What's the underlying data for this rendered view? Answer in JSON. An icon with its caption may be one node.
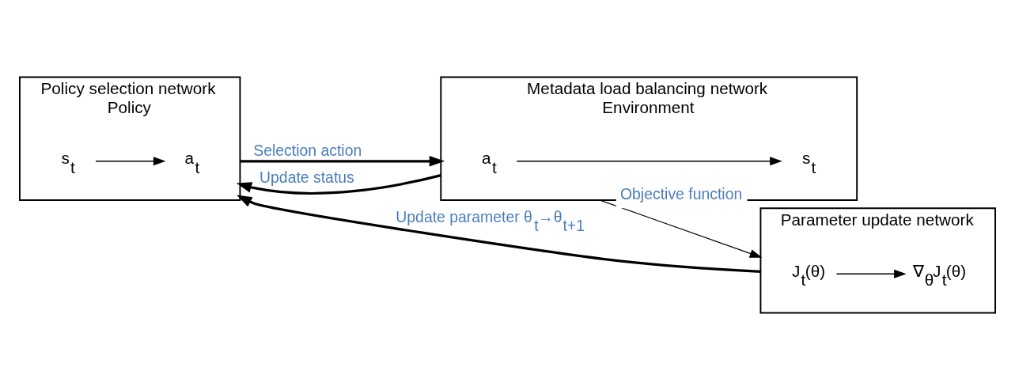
{
  "diagram": {
    "nodes": [
      {
        "text": [
          "Policy selection network",
          "Policy"
        ]
      },
      {
        "text": [
          "a$_{t}$"
        ],
        "in": 0
      },
      {
        "text": [
          "s$_{t}$"
        ],
        "in": 0
      },
      {
        "text": [
          "Metadata load balancing network",
          "Environment"
        ]
      },
      {
        "text": [
          "a$_{t}$"
        ],
        "in": 3
      },
      {
        "text": [
          "s$_{t}$"
        ],
        "in": 3
      },
      {
        "text": [
          "Parameter update network"
        ]
      },
      {
        "text": [
          "J$_{t}$(θ)"
        ],
        "in": 6
      },
      {
        "text": [
          "∇$_{θ}$J$_{t}$(θ)"
        ],
        "in": 6
      }
    ],
    "edges": [
      {
        "from": 2,
        "to": 1,
        "arrow": "to"
      },
      {
        "from": 4,
        "to": 5,
        "arrow": "to"
      },
      {
        "from": 7,
        "to": 8,
        "arrow": "to"
      },
      {
        "from": 0,
        "to": 3,
        "arrow": "to",
        "label": "Selection action",
        "style": "thick"
      },
      {
        "from": 3,
        "to": 0,
        "arrow": "to",
        "label": "Update status",
        "style": "thick"
      },
      {
        "from": 3,
        "to": 6,
        "arrow": "to",
        "label": "Objective function"
      },
      {
        "from": 6,
        "to": 0,
        "arrow": "to",
        "label": "Update parameter θ$_{t}$→θ$_{t+1}$",
        "style": "thick"
      }
    ]
  }
}
